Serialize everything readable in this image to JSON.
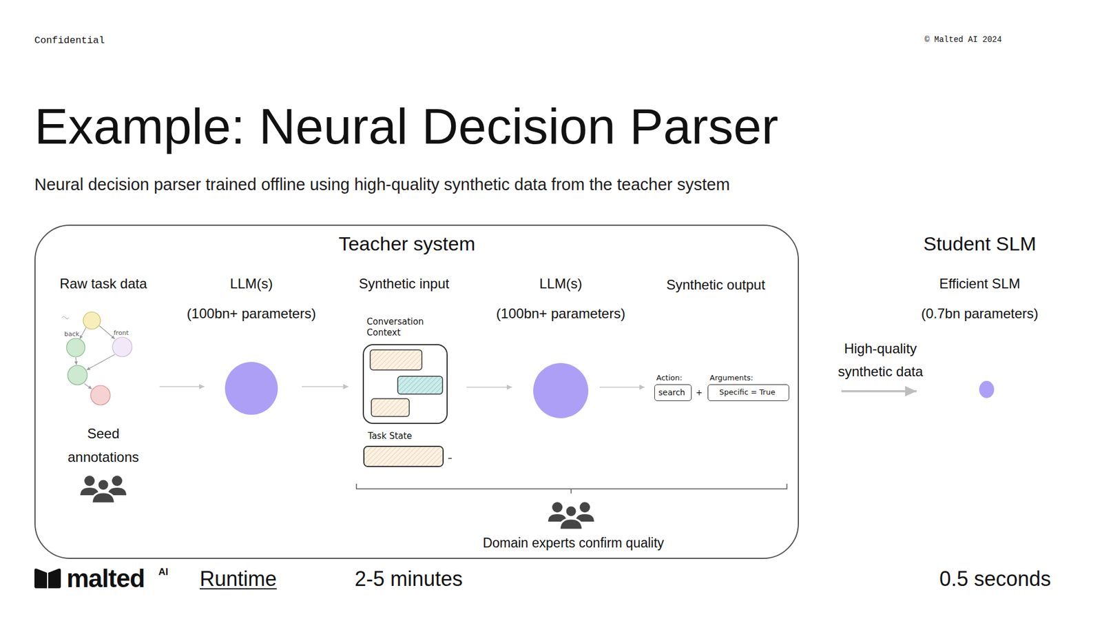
{
  "diagram": {
    "title": "Example: Neural Decision Parser",
    "caption": "Neural decision parser trained offline using high-quality synthetic data from the teacher system",
    "nodes": [
      {
        "text": [
          "Teacher system"
        ]
      },
      {
        "text": [
          "Raw task data",
          "Seed annotations"
        ],
        "in": 0
      },
      {
        "text": [
          "LLM(s)",
          "(100bn+ parameters)"
        ],
        "in": 0
      },
      {
        "text": [
          "Synthetic input"
        ],
        "in": 0
      },
      {
        "text": [
          "Conversation Context"
        ],
        "in": 3
      },
      {
        "text": [
          "Task State"
        ],
        "in": 3
      },
      {
        "text": [
          "LLM(s)",
          "(100bn+ parameters)"
        ],
        "in": 0
      },
      {
        "text": [
          "Synthetic output"
        ],
        "in": 0
      },
      {
        "text": [
          "Action:",
          "search"
        ],
        "in": 7
      },
      {
        "text": [
          "Arguments:",
          "Specific = True"
        ],
        "in": 7
      },
      {
        "text": [
          "Student SLM",
          "Efficient SLM",
          "(0.7bn parameters)"
        ]
      }
    ],
    "edges": [
      {
        "from": 1,
        "to": 2,
        "arrow": "to"
      },
      {
        "from": 2,
        "to": 3,
        "arrow": "to"
      },
      {
        "from": 3,
        "to": 6,
        "arrow": "to"
      },
      {
        "from": 6,
        "to": 7,
        "arrow": "to"
      },
      {
        "from": 0,
        "to": 10,
        "label": "High-quality synthetic data",
        "arrow": "to"
      }
    ],
    "labels": [
      "Confidential",
      "© Malted AI 2024",
      "back",
      "front",
      "+",
      "Domain experts confirm quality",
      "malted",
      "AI",
      "Runtime",
      "2-5 minutes",
      "0.5 seconds"
    ]
  }
}
